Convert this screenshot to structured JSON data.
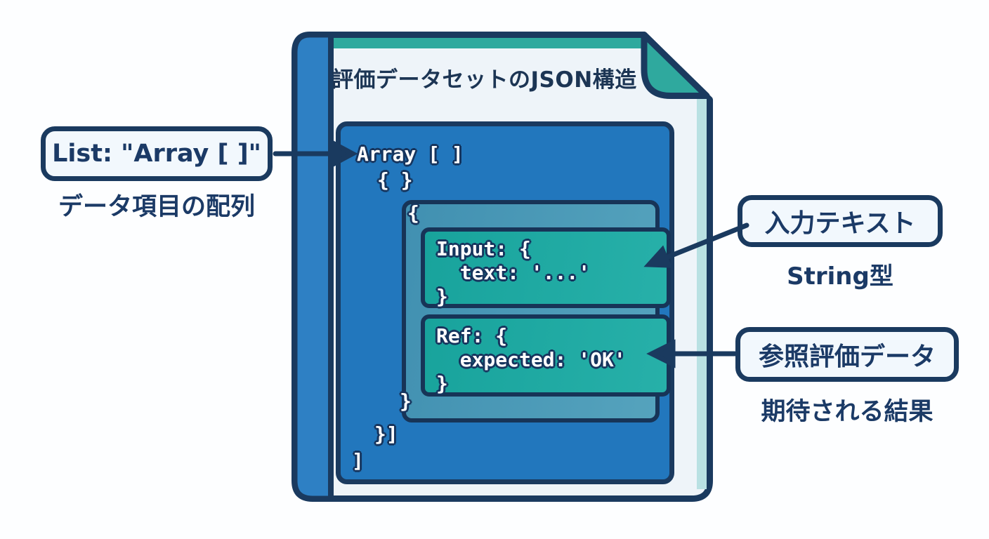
{
  "title": "評価データセットのJSON構造",
  "code": {
    "array_open": "Array [ ]",
    "object_hint": "{ }",
    "item_open": "{",
    "input": {
      "open": "Input: {",
      "body": "  text: '...'",
      "close": "}"
    },
    "ref": {
      "open": "Ref: {",
      "body": "  expected: 'OK'",
      "close": "}"
    },
    "item_close": "}",
    "object_array_close": "}]",
    "array_close": "]"
  },
  "annotations": {
    "list": {
      "label": "List: \"Array [ ]\"",
      "caption": "データ項目の配列"
    },
    "input": {
      "label": "入力テキスト",
      "caption": "String型"
    },
    "ref": {
      "label": "参照評価データ",
      "caption": "期待される結果"
    }
  },
  "colors": {
    "navy": "#1a3a5f",
    "panel_blue": "#2277bd",
    "spine_blue": "#2e80c4",
    "page": "#eef4f9",
    "teal": "#2fa99e",
    "light_teal": "#b9e1e3",
    "wrapper_teal_blue": "#4893b3",
    "inner_teal": "#1da9a1",
    "label_bg": "#f2f8fd",
    "text_navy": "#1b3a66"
  }
}
